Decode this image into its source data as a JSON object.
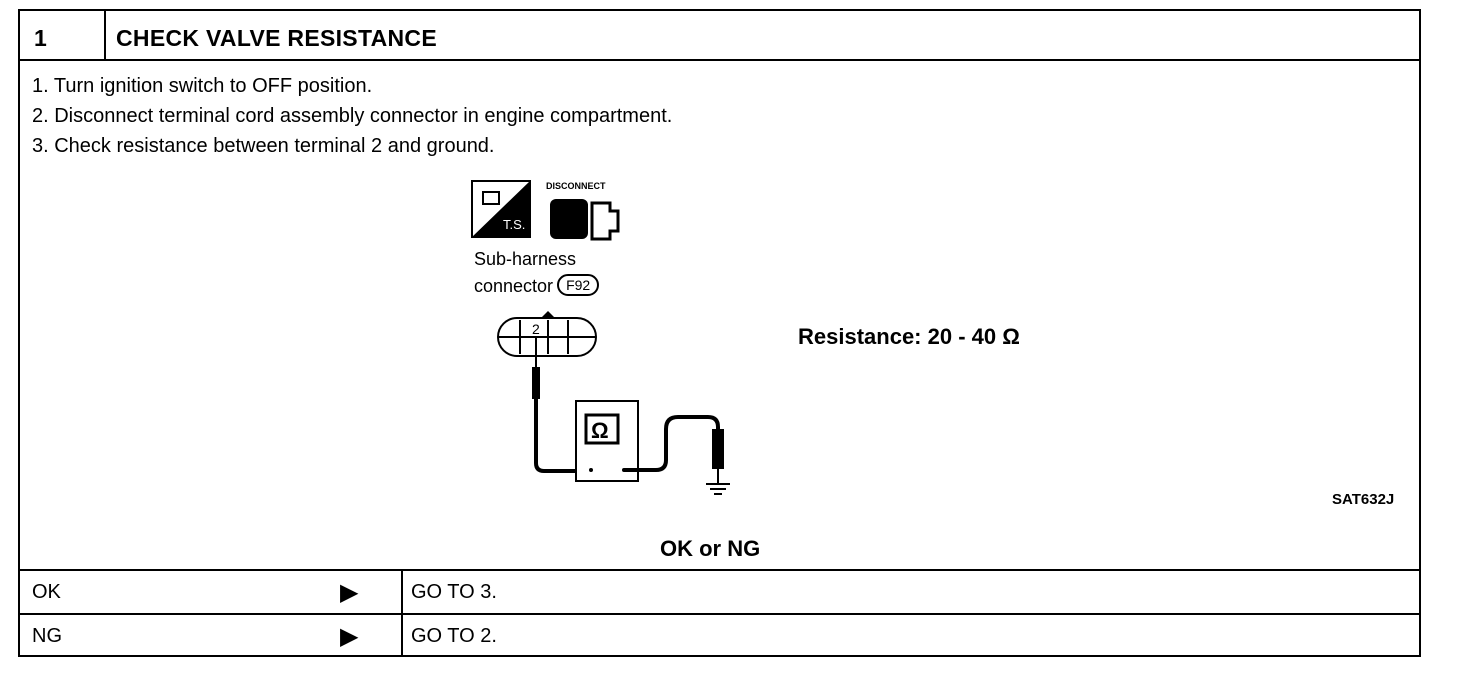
{
  "header": {
    "step_number": "1",
    "title": "CHECK VALVE RESISTANCE"
  },
  "steps": [
    "1.  Turn ignition switch to OFF position.",
    "2.  Disconnect terminal cord assembly connector in engine compartment.",
    "3.  Check resistance between terminal 2 and ground."
  ],
  "diagram": {
    "ts_label": "T.S.",
    "disconnect_label": "DISCONNECT",
    "connector_label_line1": "Sub-harness",
    "connector_label_line2": "connector",
    "connector_id": "F92",
    "terminal_number": "2",
    "meter_symbol": "Ω",
    "resistance_text": "Resistance: 20 - 40 Ω",
    "figure_code": "SAT632J"
  },
  "question": "OK or NG",
  "results": [
    {
      "label": "OK",
      "action": "GO TO 3."
    },
    {
      "label": "NG",
      "action": "GO TO 2."
    }
  ],
  "icons": {
    "arrow": "right-triangle-icon",
    "ts": "tester-icon",
    "disconnect": "disconnect-connector-icon",
    "ground": "ground-icon"
  }
}
